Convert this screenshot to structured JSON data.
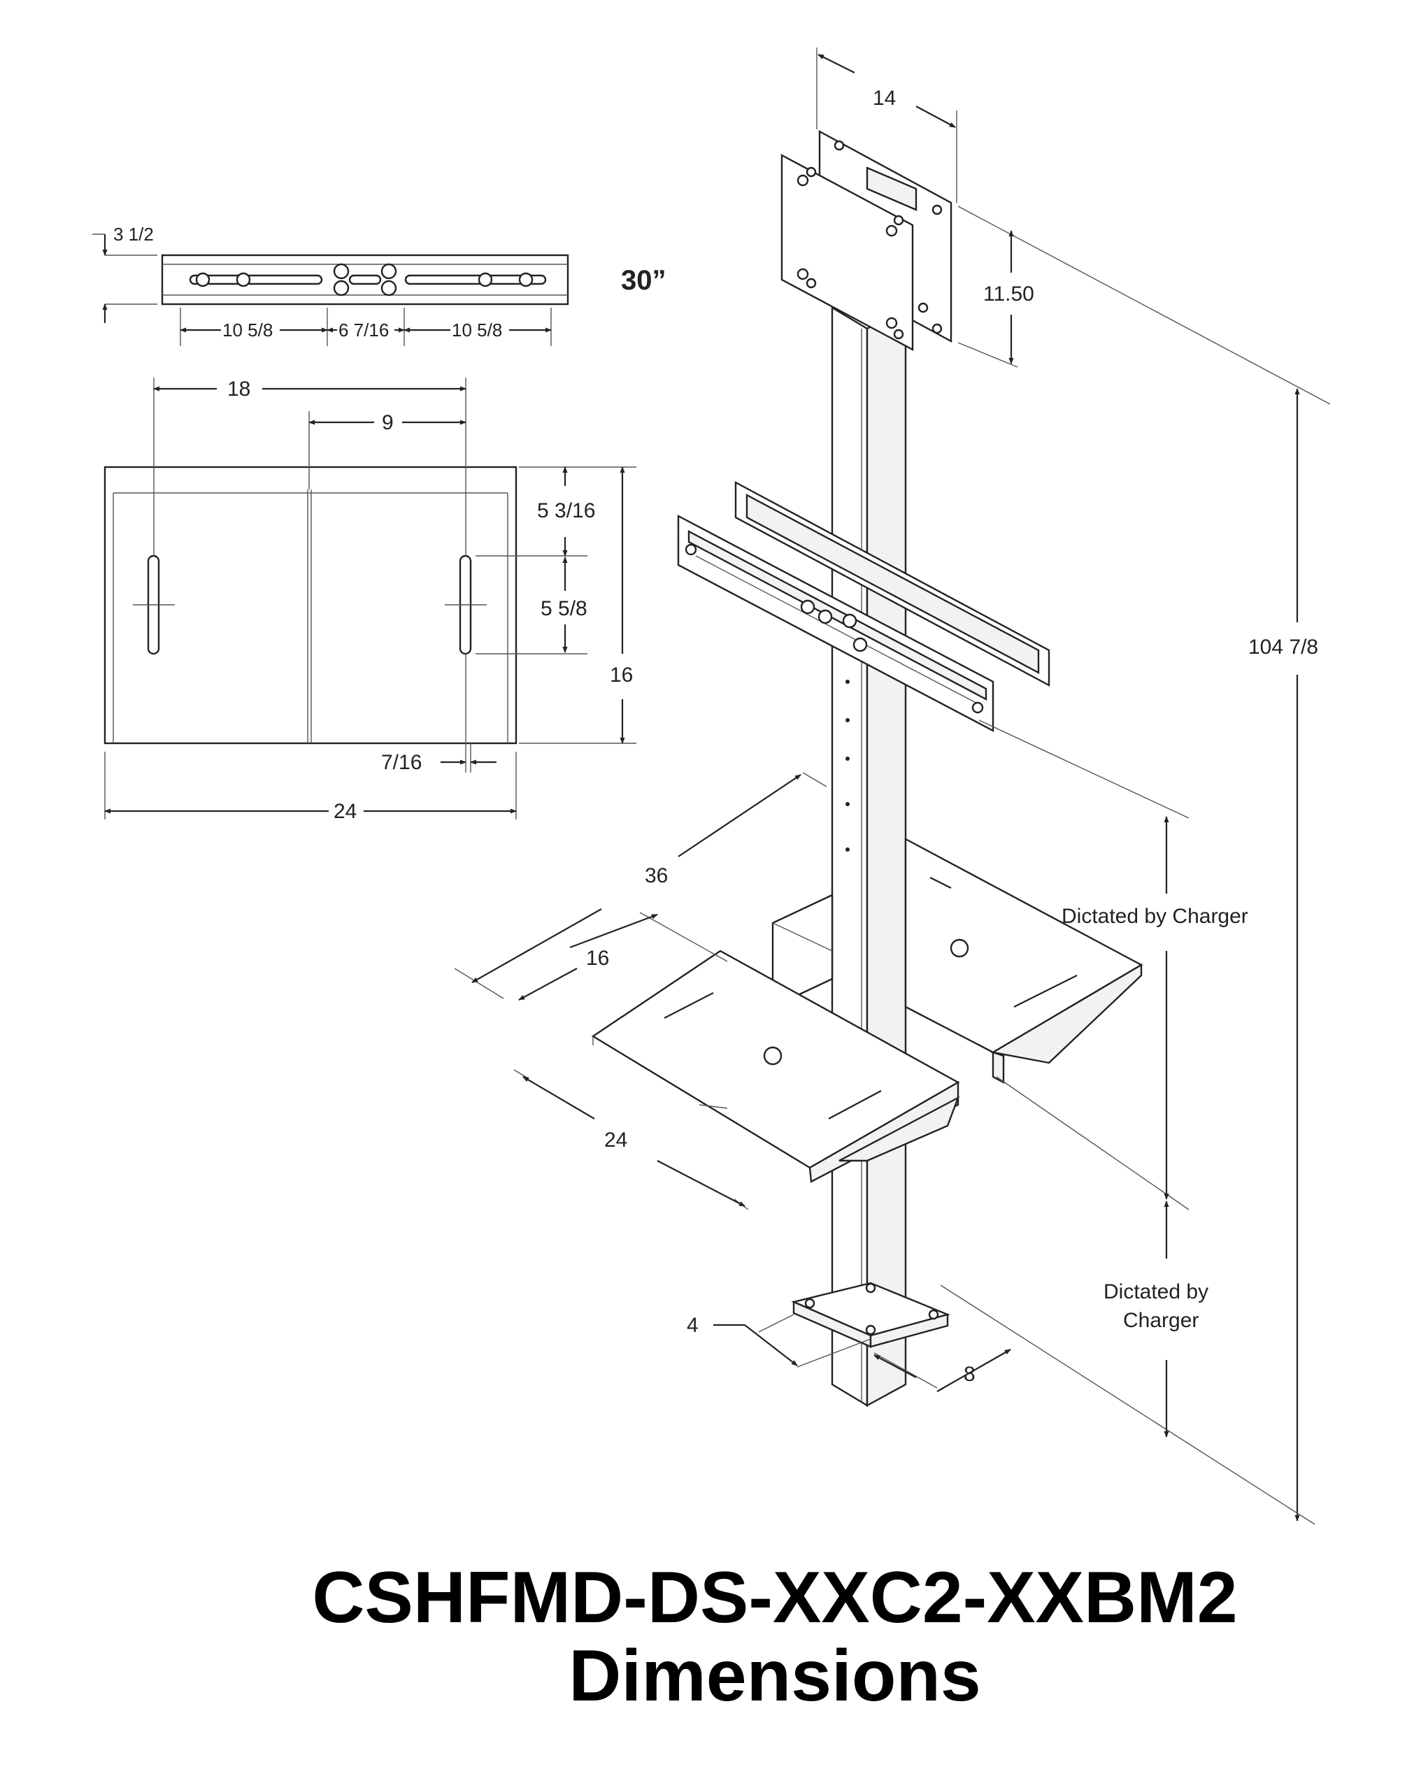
{
  "title": {
    "line1": "CSHFMD-DS-XXC2-XXBM2",
    "line2": "Dimensions"
  },
  "rail_view": {
    "height": "3 1/2",
    "segments": [
      "10 5/8",
      "6 7/16",
      "10 5/8"
    ],
    "length_label": "30”"
  },
  "plate_view": {
    "slot_spacing": "18",
    "center_offset": "9",
    "top_to_slot": "5 3/16",
    "slot_length": "5 5/8",
    "depth": "16",
    "slot_width": "7/16",
    "width": "24"
  },
  "iso_view": {
    "mount_width": "14",
    "mount_height": "11.50",
    "overall_height": "104 7/8",
    "span": "36",
    "shelf_depth": "16",
    "shelf_width": "24",
    "upper_spacing": "Dictated by Charger",
    "lower_spacing": "Dictated by Charger",
    "base_small": "4",
    "base_large": "8"
  }
}
